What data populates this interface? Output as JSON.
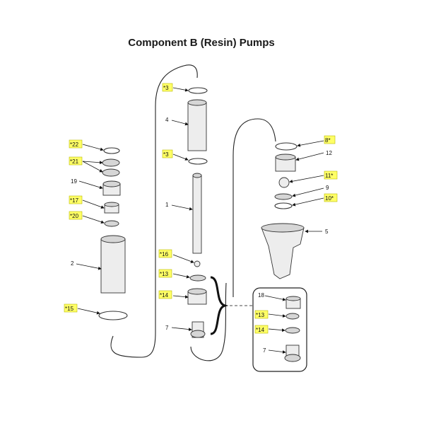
{
  "title": "Component B (Resin) Pumps",
  "callouts": {
    "c3a": "*3",
    "c4": "4",
    "c3b": "*3",
    "c1": "1",
    "c16": "*16",
    "c13": "*13",
    "c14": "*14",
    "c7": "7",
    "c22": "*22",
    "c21": "*21",
    "c19": "19",
    "c17": "*17",
    "c20": "*20",
    "c2": "2",
    "c15": "*15",
    "c8": "8*",
    "c12": "12",
    "c11": "11*",
    "c9": "9",
    "c10": "10*",
    "c5": "5",
    "c18": "18",
    "c13b": "*13",
    "c14b": "*14",
    "c7b": "7"
  },
  "colors": {
    "highlight": "#ffff66",
    "highlight_border": "#b8b800",
    "ink": "#222222"
  }
}
